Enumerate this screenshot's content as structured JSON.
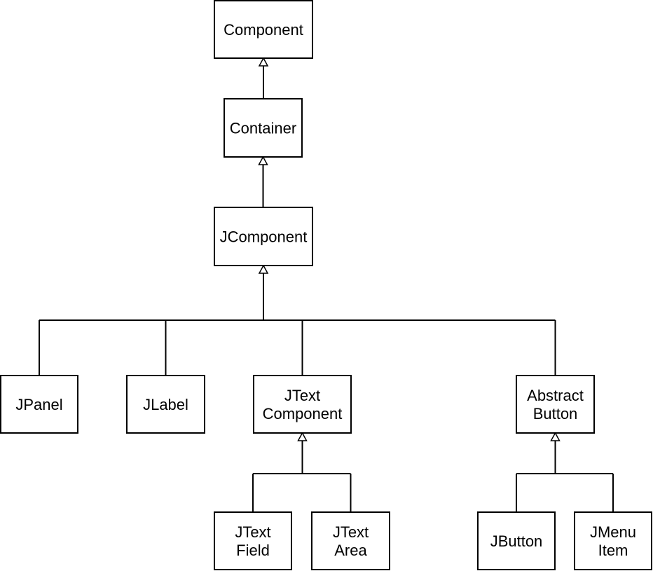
{
  "colors": {
    "background": "#ffffff",
    "stroke": "#000000",
    "text": "#000000"
  },
  "nodes": [
    {
      "id": "component",
      "name": "class-box-component",
      "lines": [
        "Component"
      ]
    },
    {
      "id": "container",
      "name": "class-box-container",
      "lines": [
        "Container"
      ]
    },
    {
      "id": "jcomponent",
      "name": "class-box-jcomponent",
      "lines": [
        "JComponent"
      ]
    },
    {
      "id": "jpanel",
      "name": "class-box-jpanel",
      "lines": [
        "JPanel"
      ]
    },
    {
      "id": "jlabel",
      "name": "class-box-jlabel",
      "lines": [
        "JLabel"
      ]
    },
    {
      "id": "jtextcomponent",
      "name": "class-box-jtextcomponent",
      "lines": [
        "JText",
        "Component"
      ]
    },
    {
      "id": "abstractbutton",
      "name": "class-box-abstractbutton",
      "lines": [
        "Abstract",
        "Button"
      ]
    },
    {
      "id": "jtextfield",
      "name": "class-box-jtextfield",
      "lines": [
        "JText",
        "Field"
      ]
    },
    {
      "id": "jtextarea",
      "name": "class-box-jtextarea",
      "lines": [
        "JText",
        "Area"
      ]
    },
    {
      "id": "jbutton",
      "name": "class-box-jbutton",
      "lines": [
        "JButton"
      ]
    },
    {
      "id": "jmenuitem",
      "name": "class-box-jmenuitem",
      "lines": [
        "JMenu",
        "Item"
      ]
    }
  ],
  "inheritance": [
    {
      "parent": "component",
      "children": [
        "container"
      ]
    },
    {
      "parent": "container",
      "children": [
        "jcomponent"
      ]
    },
    {
      "parent": "jcomponent",
      "children": [
        "jpanel",
        "jlabel",
        "jtextcomponent",
        "abstractbutton"
      ]
    },
    {
      "parent": "jtextcomponent",
      "children": [
        "jtextfield",
        "jtextarea"
      ]
    },
    {
      "parent": "abstractbutton",
      "children": [
        "jbutton",
        "jmenuitem"
      ]
    }
  ]
}
